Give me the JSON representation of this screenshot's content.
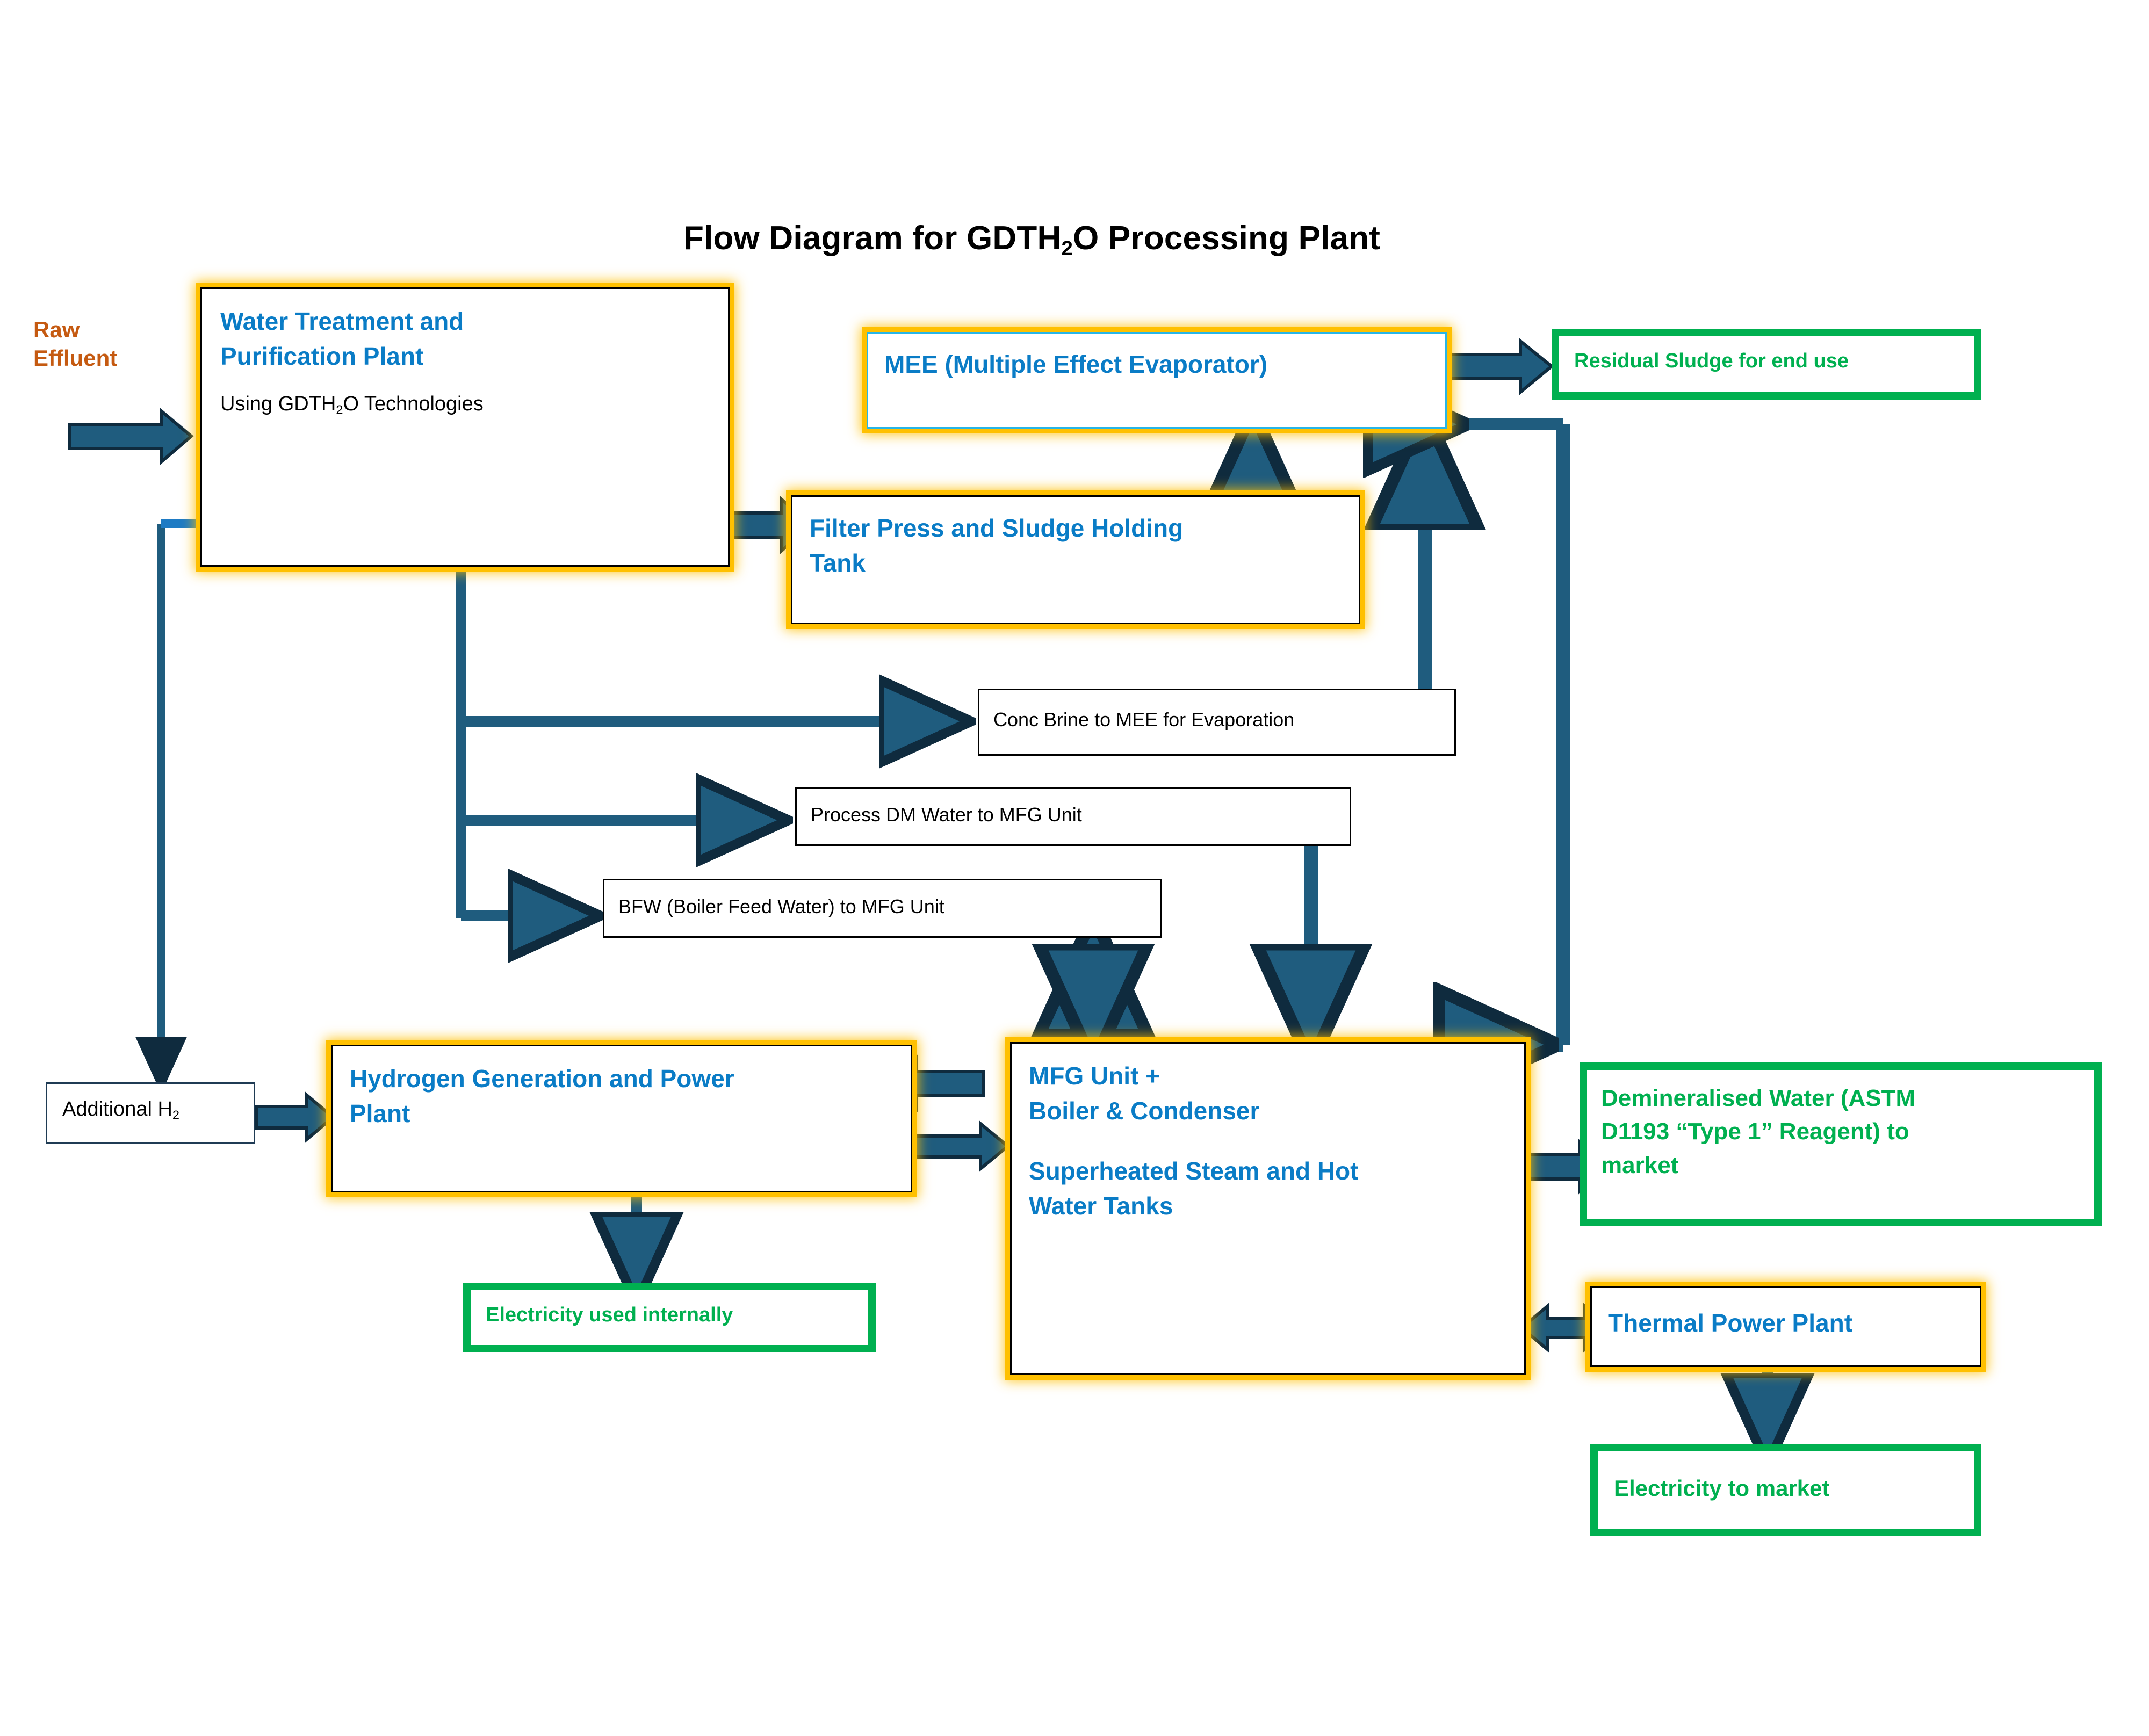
{
  "title": {
    "prefix": "Flow Diagram for GDTH",
    "sub": "2",
    "suffix": "O Processing Plant"
  },
  "colors": {
    "process_accent": "#0A7CC6",
    "glow": "#FFC000",
    "output_green": "#00B050",
    "arrow": "#1F5C7E",
    "arrow_outline": "#0F2B3E",
    "raw_effluent_text": "#C55A11",
    "mee_inner_border": "#27B6E8"
  },
  "labels": {
    "raw_effluent_line1": "Raw",
    "raw_effluent_line2": "Effluent"
  },
  "nodes": {
    "water_treatment": {
      "heading_line1": "Water Treatment and",
      "heading_line2": "Purification Plant",
      "body_prefix": "Using GDTH",
      "body_sub": "2",
      "body_suffix": "O Technologies"
    },
    "mee": {
      "label": "MEE (Multiple Effect Evaporator)"
    },
    "residual_sludge": {
      "label": "Residual Sludge for end use"
    },
    "filter_press": {
      "line1": "Filter Press and Sludge Holding",
      "line2": "Tank"
    },
    "conc_brine": {
      "label": "Conc Brine to MEE for Evaporation"
    },
    "process_dm_water": {
      "label": "Process DM Water to MFG Unit"
    },
    "bfw": {
      "label": "BFW (Boiler Feed Water) to MFG Unit"
    },
    "additional_h2": {
      "prefix": "Additional H",
      "sub": "2"
    },
    "hydrogen_plant": {
      "line1": "Hydrogen Generation and Power",
      "line2": "Plant"
    },
    "electricity_internal": {
      "label": "Electricity used internally"
    },
    "mfg_unit": {
      "line1": "MFG Unit +",
      "line2": "Boiler & Condenser",
      "line3": "Superheated Steam  and Hot",
      "line4": "Water Tanks"
    },
    "demineralised_water": {
      "line1": "Demineralised Water (ASTM",
      "line2": "D1193 “Type 1” Reagent) to",
      "line3": "market"
    },
    "thermal_power_plant": {
      "label": "Thermal Power Plant"
    },
    "electricity_market": {
      "label": "Electricity to market"
    }
  },
  "chart_data": {
    "type": "diagram",
    "title": "Flow Diagram for GDTH2O Processing Plant",
    "nodes": [
      "Raw Effluent",
      "Water Treatment and Purification Plant (Using GDTH2O Technologies)",
      "Filter Press and Sludge Holding Tank",
      "MEE (Multiple Effect Evaporator)",
      "Residual Sludge for end use",
      "Conc Brine to MEE for Evaporation",
      "Process DM Water to MFG Unit",
      "BFW (Boiler Feed Water) to MFG Unit",
      "Additional H2",
      "Hydrogen Generation and Power Plant",
      "Electricity used internally",
      "MFG Unit + Boiler & Condenser / Superheated Steam and Hot Water Tanks",
      "Demineralised Water (ASTM D1193 “Type 1” Reagent) to market",
      "Thermal Power Plant",
      "Electricity to market"
    ],
    "edges": [
      {
        "from": "Raw Effluent",
        "to": "Water Treatment and Purification Plant",
        "type": "single"
      },
      {
        "from": "Water Treatment and Purification Plant",
        "to": "Filter Press and Sludge Holding Tank",
        "type": "single"
      },
      {
        "from": "Water Treatment and Purification Plant",
        "to": "Conc Brine to MEE for Evaporation",
        "type": "single"
      },
      {
        "from": "Water Treatment and Purification Plant",
        "to": "Process DM Water to MFG Unit",
        "type": "single"
      },
      {
        "from": "Water Treatment and Purification Plant",
        "to": "BFW (Boiler Feed Water) to MFG Unit",
        "type": "single"
      },
      {
        "from": "Water Treatment and Purification Plant",
        "to": "Additional H2",
        "type": "single"
      },
      {
        "from": "Filter Press and Sludge Holding Tank",
        "to": "MEE (Multiple Effect Evaporator)",
        "type": "single"
      },
      {
        "from": "Conc Brine to MEE for Evaporation",
        "to": "MEE (Multiple Effect Evaporator)",
        "type": "single"
      },
      {
        "from": "MEE (Multiple Effect Evaporator)",
        "to": "Residual Sludge for end use",
        "type": "single"
      },
      {
        "from": "MFG Unit + Boiler & Condenser",
        "to": "MEE (Multiple Effect Evaporator)",
        "type": "single"
      },
      {
        "from": "Process DM Water to MFG Unit",
        "to": "MFG Unit + Boiler & Condenser",
        "type": "single"
      },
      {
        "from": "BFW (Boiler Feed Water) to MFG Unit",
        "to": "MFG Unit + Boiler & Condenser",
        "type": "double"
      },
      {
        "from": "Additional H2",
        "to": "Hydrogen Generation and Power Plant",
        "type": "single"
      },
      {
        "from": "MFG Unit + Boiler & Condenser",
        "to": "Hydrogen Generation and Power Plant",
        "type": "single"
      },
      {
        "from": "Hydrogen Generation and Power Plant",
        "to": "MFG Unit + Boiler & Condenser",
        "type": "double"
      },
      {
        "from": "Hydrogen Generation and Power Plant",
        "to": "Electricity used internally",
        "type": "single"
      },
      {
        "from": "MFG Unit + Boiler & Condenser",
        "to": "Demineralised Water (ASTM D1193 Type 1 Reagent) to market",
        "type": "single"
      },
      {
        "from": "MFG Unit + Boiler & Condenser",
        "to": "Thermal Power Plant",
        "type": "double"
      },
      {
        "from": "Thermal Power Plant",
        "to": "Electricity to market",
        "type": "single"
      }
    ]
  }
}
